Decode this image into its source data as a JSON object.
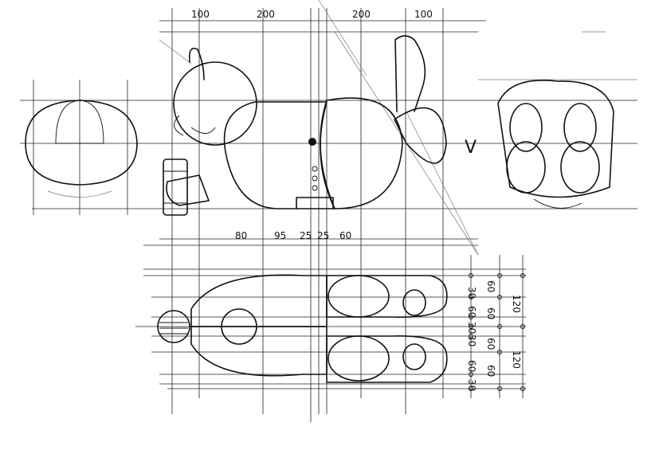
{
  "top_dimensions": [
    "100",
    "200",
    "200",
    "100"
  ],
  "middle_dimensions": [
    "80",
    "95",
    "25",
    "25",
    "60"
  ],
  "right_dimensions_inner": [
    "30",
    "60",
    "30",
    "30",
    "60",
    "30"
  ],
  "right_dimensions_mid": [
    "60",
    "60",
    "60",
    "60"
  ],
  "right_dimensions_outer": [
    "120",
    "120"
  ],
  "check_mark": "V"
}
